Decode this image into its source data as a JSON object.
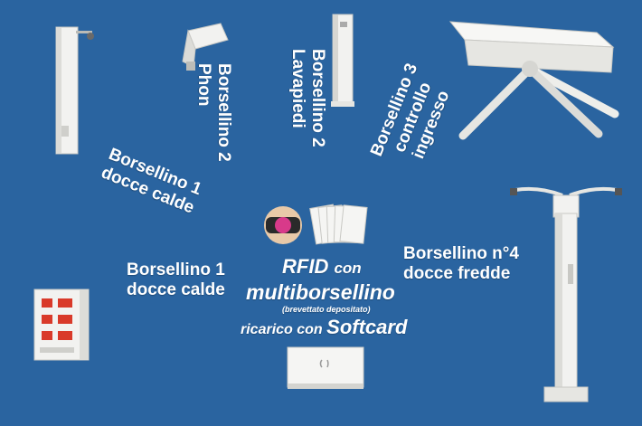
{
  "colors": {
    "background": "#2a64a0",
    "text": "#ffffff",
    "device": "#f2f2f0",
    "device_shade": "#d4d4d0",
    "display_red": "#d93a2a",
    "wristband": "#d83a8a"
  },
  "labels": {
    "shower_hot_top": {
      "line1": "Borsellino 1",
      "line2": "docce calde"
    },
    "shower_hot_bottom": {
      "line1": "Borsellino 1",
      "line2": "docce calde"
    },
    "phon": {
      "line1": "Borsellino 2",
      "line2": "Phon"
    },
    "footwash": {
      "line1": "Borsellino 2",
      "line2": "Lavapiedi"
    },
    "turnstile": {
      "line1": "Borsellino 3",
      "line2": "controllo",
      "line3": "ingresso"
    },
    "cold_shower": {
      "line1": "Borsellino n°4",
      "line2": "docce fredde"
    }
  },
  "center": {
    "rfid": "RFID",
    "con": "con",
    "multi": "multiborsellino",
    "patent": "(brevettato depositato)",
    "recharge": "ricarico con",
    "softcard": "Softcard"
  },
  "icons": {
    "shower_panel": "shower-panel-icon",
    "hair_dryer": "hair-dryer-icon",
    "footwash_column": "footwash-column-icon",
    "turnstile": "turnstile-icon",
    "rfid_wristband": "rfid-wristband-icon",
    "rfid_cards": "rfid-cards-icon",
    "control_unit": "control-unit-icon",
    "card_reader": "card-reader-icon",
    "cold_shower_column": "cold-shower-column-icon"
  }
}
